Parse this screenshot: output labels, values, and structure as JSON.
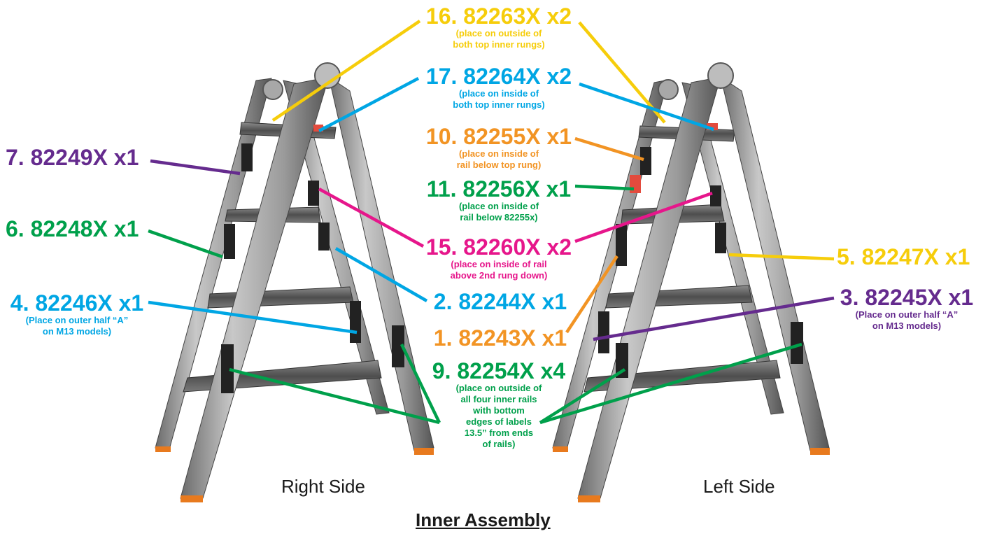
{
  "colors": {
    "yellow": "#f6cd0b",
    "blue": "#00a6e4",
    "orange": "#f29424",
    "green": "#00a04b",
    "magenta": "#e6168b",
    "purple": "#652b8e"
  },
  "labels": {
    "l16": {
      "part": "16. 82263X x2",
      "note": [
        "(place on outside of",
        "both top inner rungs)"
      ]
    },
    "l17": {
      "part": "17. 82264X x2",
      "note": [
        "(place on inside of",
        "both top inner rungs)"
      ]
    },
    "l10": {
      "part": "10. 82255X x1",
      "note": [
        "(place on inside of",
        "rail below top rung)"
      ]
    },
    "l11": {
      "part": "11. 82256X x1",
      "note": [
        "(place on inside of",
        "rail below 82255x)"
      ]
    },
    "l15": {
      "part": "15. 82260X x2",
      "note": [
        "(place on inside of rail",
        "above 2nd rung down)"
      ]
    },
    "l2": {
      "part": "2. 82244X x1"
    },
    "l1": {
      "part": "1. 82243X x1"
    },
    "l9": {
      "part": "9. 82254X x4",
      "note": [
        "(place on outside of",
        "all four inner rails",
        "with bottom",
        "edges of labels",
        "13.5” from ends",
        "of rails)"
      ]
    },
    "l7": {
      "part": "7. 82249X x1"
    },
    "l6": {
      "part": "6. 82248X x1"
    },
    "l4": {
      "part": "4. 82246X x1",
      "note": [
        "(Place on outer half “A”",
        "on M13 models)"
      ]
    },
    "l5": {
      "part": "5. 82247X x1"
    },
    "l3": {
      "part": "3. 82245X x1",
      "note": [
        "(Place on outer half “A”",
        "on M13 models)"
      ]
    }
  },
  "captions": {
    "right": "Right Side",
    "left": "Left Side",
    "title": "Inner Assembly"
  }
}
